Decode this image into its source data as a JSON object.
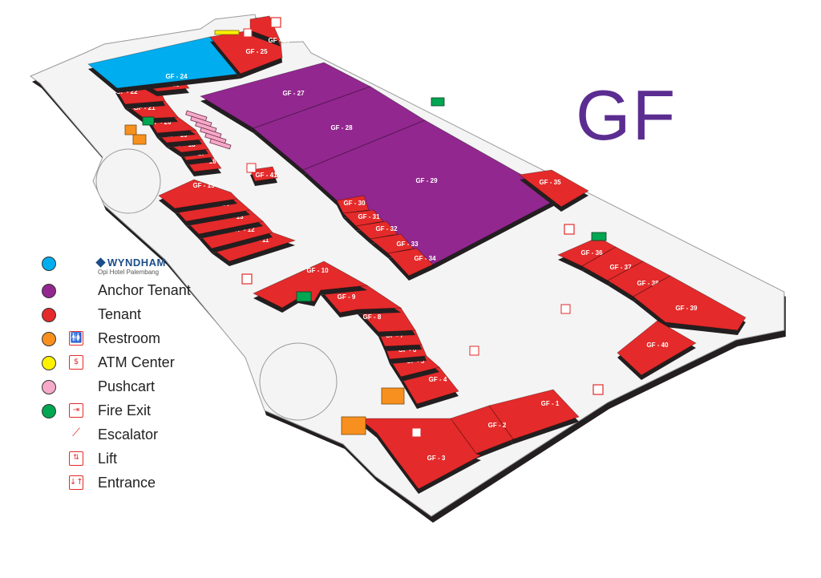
{
  "floor_title": "GF",
  "colors": {
    "hotel": "#00adee",
    "anchor": "#92278f",
    "tenant": "#e42a2a",
    "restroom": "#f7901e",
    "atm": "#fff200",
    "pushcart": "#f6a9c8",
    "fire_exit": "#00a651",
    "shadow": "#231f20",
    "floor": "#f4f4f4"
  },
  "units": [
    {
      "id": "GF - 1",
      "kind": "tenant"
    },
    {
      "id": "GF - 2",
      "kind": "tenant"
    },
    {
      "id": "GF - 3",
      "kind": "tenant"
    },
    {
      "id": "GF - 4",
      "kind": "tenant"
    },
    {
      "id": "GF - 5",
      "kind": "tenant"
    },
    {
      "id": "GF - 6",
      "kind": "tenant"
    },
    {
      "id": "GF - 7",
      "kind": "tenant"
    },
    {
      "id": "GF - 8",
      "kind": "tenant"
    },
    {
      "id": "GF - 9",
      "kind": "tenant"
    },
    {
      "id": "GF - 10",
      "kind": "tenant"
    },
    {
      "id": "GF - 11",
      "kind": "tenant"
    },
    {
      "id": "GF - 12",
      "kind": "tenant"
    },
    {
      "id": "GF - 13",
      "kind": "tenant"
    },
    {
      "id": "GF - 14",
      "kind": "tenant"
    },
    {
      "id": "GF - 15",
      "kind": "tenant"
    },
    {
      "id": "GF - 16",
      "kind": "tenant"
    },
    {
      "id": "GF - 17",
      "kind": "tenant"
    },
    {
      "id": "GF - 18",
      "kind": "tenant"
    },
    {
      "id": "GF - 19",
      "kind": "tenant"
    },
    {
      "id": "GF - 20",
      "kind": "tenant"
    },
    {
      "id": "GF - 21",
      "kind": "tenant"
    },
    {
      "id": "GF - 22",
      "kind": "tenant"
    },
    {
      "id": "GF - 23",
      "kind": "tenant"
    },
    {
      "id": "GF - 24",
      "kind": "hotel"
    },
    {
      "id": "GF - 25",
      "kind": "tenant"
    },
    {
      "id": "GF - 26",
      "kind": "tenant"
    },
    {
      "id": "GF - 27",
      "kind": "anchor"
    },
    {
      "id": "GF - 28",
      "kind": "anchor"
    },
    {
      "id": "GF - 29",
      "kind": "anchor"
    },
    {
      "id": "GF - 30",
      "kind": "tenant"
    },
    {
      "id": "GF - 31",
      "kind": "tenant"
    },
    {
      "id": "GF - 32",
      "kind": "tenant"
    },
    {
      "id": "GF - 33",
      "kind": "tenant"
    },
    {
      "id": "GF - 34",
      "kind": "tenant"
    },
    {
      "id": "GF - 35",
      "kind": "tenant"
    },
    {
      "id": "GF - 36",
      "kind": "tenant"
    },
    {
      "id": "GF - 37",
      "kind": "tenant"
    },
    {
      "id": "GF - 38",
      "kind": "tenant"
    },
    {
      "id": "GF - 39",
      "kind": "tenant"
    },
    {
      "id": "GF - 40",
      "kind": "tenant"
    },
    {
      "id": "GF - 41",
      "kind": "tenant"
    }
  ],
  "legend": {
    "hotel_brand": "WYNDHAM",
    "hotel_sub": "Opi Hotel Palembang",
    "anchor": "Anchor Tenant",
    "tenant": "Tenant",
    "restroom": "Restroom",
    "atm": "ATM Center",
    "pushcart": "Pushcart",
    "fire_exit": "Fire Exit",
    "escalator": "Escalator",
    "lift": "Lift",
    "entrance": "Entrance",
    "icons": [
      "restroom-icon",
      "atm-icon",
      "fire-exit-icon",
      "escalator-icon",
      "lift-icon",
      "entrance-icon"
    ]
  }
}
